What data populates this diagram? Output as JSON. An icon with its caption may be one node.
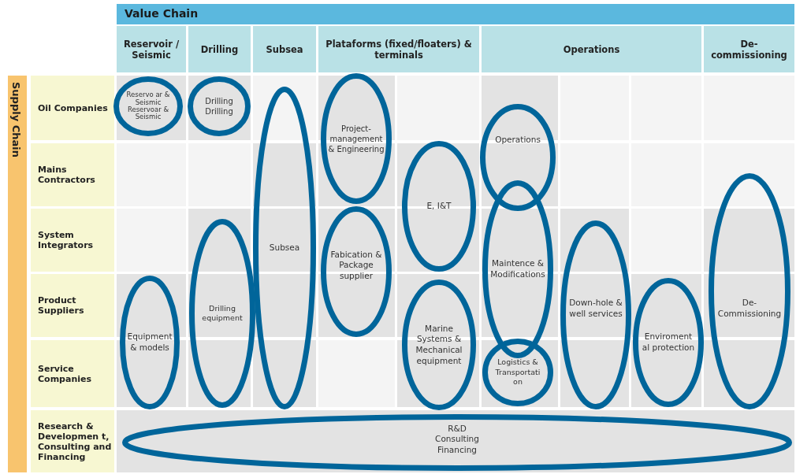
{
  "diagram": {
    "nodes": [
      {
        "text": [
          "Value Chain"
        ]
      },
      {
        "text": [
          "Reservoir / Seismic"
        ]
      },
      {
        "text": [
          "Drilling"
        ]
      },
      {
        "text": [
          "Subsea"
        ]
      },
      {
        "text": [
          "Plataforms (fixed/floaters) & terminals"
        ]
      },
      {
        "text": [
          "Operations"
        ]
      },
      {
        "text": [
          "De- commissioning"
        ]
      },
      {
        "text": [
          "Supply Chain"
        ]
      },
      {
        "text": [
          "Oil Companies"
        ]
      },
      {
        "text": [
          "Mains Contractors"
        ]
      },
      {
        "text": [
          "System Integrators"
        ]
      },
      {
        "text": [
          "Product Suppliers"
        ]
      },
      {
        "text": [
          "Service Companies"
        ]
      },
      {
        "text": [
          "Research & Developmen t, Consulting and Financing"
        ]
      },
      {
        "text": [
          "Reservo ar & Seismic",
          "Reservoar & Seismic"
        ]
      },
      {
        "text": [
          "Drilling",
          "Drilling"
        ]
      },
      {
        "text": [
          "Subsea"
        ]
      },
      {
        "text": [
          "Project- management & Engineering"
        ]
      },
      {
        "text": [
          "Operations"
        ]
      },
      {
        "text": [
          "E, I&T"
        ]
      },
      {
        "text": [
          "Fabication & Package supplier"
        ]
      },
      {
        "text": [
          "Maintence & Modifications"
        ]
      },
      {
        "text": [
          "Drilling equipment"
        ]
      },
      {
        "text": [
          "Down-hole & well services"
        ]
      },
      {
        "text": [
          "De- Commissioning"
        ]
      },
      {
        "text": [
          "Equipment & models"
        ]
      },
      {
        "text": [
          "Marine Systems & Mechanical equipment"
        ]
      },
      {
        "text": [
          "Enviroment al protection"
        ]
      },
      {
        "text": [
          "Logistics & Transportati on"
        ]
      },
      {
        "text": [
          "R&D",
          "Consulting",
          "Financing"
        ]
      }
    ]
  }
}
